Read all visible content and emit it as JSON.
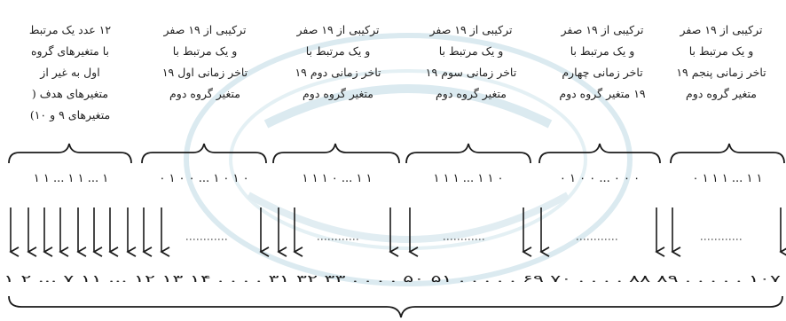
{
  "columns": [
    {
      "id": "target",
      "lines": [
        "۱۲ عدد یک مرتبط",
        "با متغیرهای گروه",
        "اول به غیر از",
        "متغیرهای هدف (",
        "متغیرهای ۹ و ۱۰)"
      ],
      "digits": "۱ ۱ ... ۱ ۱ ... ۱"
    },
    {
      "id": "lag1",
      "lines": [
        "ترکیبی از ۱۹ صفر",
        "و یک مرتبط با",
        "تاخر زمانی اول ۱۹",
        "متغیر گروه دوم"
      ],
      "digits": "۰ ۱ ۰ ۰ ... ۱ ۰ ۱ ۰"
    },
    {
      "id": "lag2",
      "lines": [
        "ترکیبی از ۱۹ صفر",
        "و یک مرتبط با",
        "تاخر زمانی دوم ۱۹",
        "متغیر گروه دوم"
      ],
      "digits": "۱ ۱ ۱ ۰ ... ۱ ۱"
    },
    {
      "id": "lag3",
      "lines": [
        "ترکیبی از ۱۹ صفر",
        "و یک مرتبط با",
        "تاخر زمانی سوم ۱۹",
        "متغیر گروه دوم"
      ],
      "digits": "۱ ۱ ۱ ... ۱ ۱ ۰"
    },
    {
      "id": "lag4",
      "lines": [
        "ترکیبی از ۱۹ صفر",
        "و یک مرتبط با",
        "تاخر زمانی چهارم",
        "۱۹ متغیر گروه دوم"
      ],
      "digits": "۰ ۱ ۰ ۰ ... ۰ ۰ ۰"
    },
    {
      "id": "lag5",
      "lines": [
        "ترکیبی از ۱۹ صفر",
        "و یک مرتبط با",
        "تاخر زمانی پنجم ۱۹",
        "متغیر گروه دوم"
      ],
      "digits": "۰ ۱ ۱ ۱ ... ۱ ۱"
    }
  ],
  "index_row": "۱ ۲ ... ۷ ۱۱ ... ۱۲ ۱۳ ۱۴ . . . . ۳۱ ۳۲ ۳۳ . . . . ۵۰ ۵۱ . . . . . ۶۹ ۷۰ . . . . ۸۸ ۸۹ . . . . . ۱۰۷",
  "colors": {
    "ink": "#1a1a1a",
    "watermark": "#dbeaf0"
  }
}
